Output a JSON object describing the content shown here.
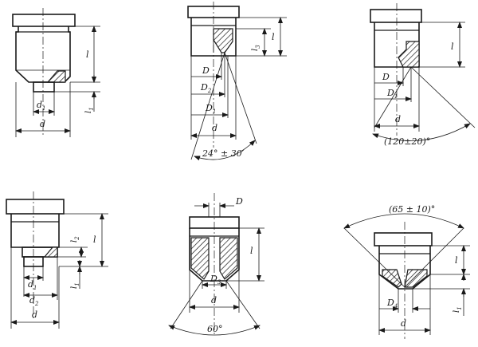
{
  "views": [
    {
      "id": "view1",
      "labels": {
        "l": "l",
        "l1": "l",
        "l1_sub": "1",
        "d1": "d",
        "d1_sub": "1",
        "d": "d"
      }
    },
    {
      "id": "view2",
      "labels": {
        "l": "l",
        "l3": "l",
        "l3_sub": "3",
        "D": "D",
        "D2": "D",
        "D2_sub": "2",
        "D1": "D",
        "D1_sub": "1",
        "d": "d",
        "angle": "24° ± 30′"
      }
    },
    {
      "id": "view3",
      "labels": {
        "l": "l",
        "D": "D",
        "D1": "D",
        "D1_sub": "1",
        "d": "d",
        "angle": "(120±20)°"
      }
    },
    {
      "id": "view4",
      "labels": {
        "l": "l",
        "l2": "l",
        "l2_sub": "2",
        "l1": "l",
        "l1_sub": "1",
        "d1": "d",
        "d1_sub": "1",
        "d2": "d",
        "d2_sub": "2",
        "d": "d"
      }
    },
    {
      "id": "view5",
      "labels": {
        "D": "D",
        "l": "l",
        "D3": "D",
        "D3_sub": "3",
        "d": "d",
        "angle": "60°"
      }
    },
    {
      "id": "view6",
      "labels": {
        "angle": "(65 ± 10)°",
        "l": "l",
        "l1": "l",
        "l1_sub": "1",
        "D4": "D",
        "D4_sub": "4",
        "d": "d"
      }
    }
  ]
}
